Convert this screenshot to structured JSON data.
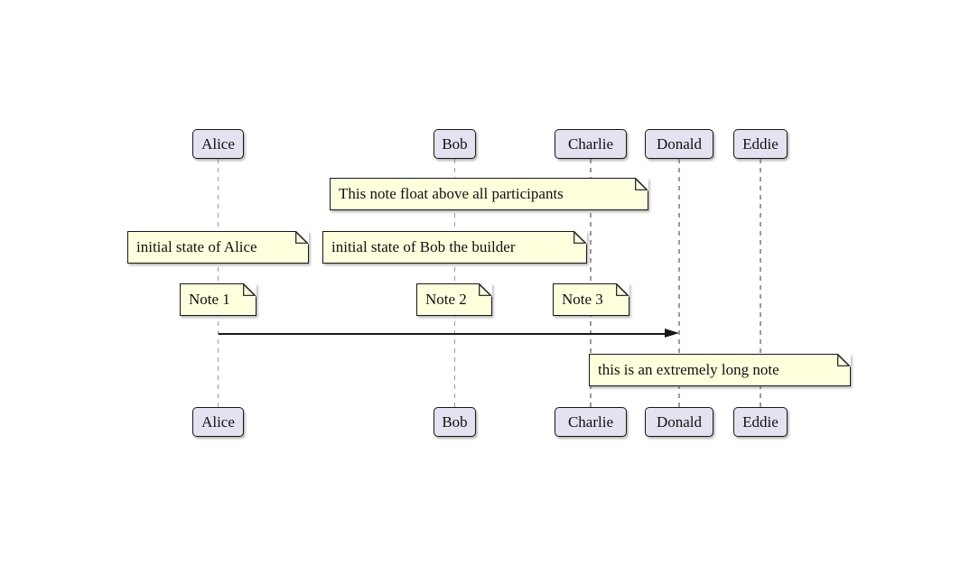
{
  "participants": {
    "alice": "Alice",
    "bob": "Bob",
    "charlie": "Charlie",
    "donald": "Donald",
    "eddie": "Eddie"
  },
  "notes": {
    "float_above": "This note float above all participants",
    "initial_alice": "initial state of Alice",
    "initial_bob": "initial state of Bob the builder",
    "note1": "Note 1",
    "note2": "Note 2",
    "note3": "Note 3",
    "long_note": "this is an extremely long note"
  },
  "message": {
    "from": "Alice",
    "to": "Donald"
  },
  "colors": {
    "participant_fill": "#E2E2F0",
    "participant_border": "#181818",
    "note_fill": "#FEFFDD",
    "note_border": "#181818",
    "lifeline": "#9A9A9A",
    "arrow": "#181818",
    "background": "#FFFFFF"
  }
}
